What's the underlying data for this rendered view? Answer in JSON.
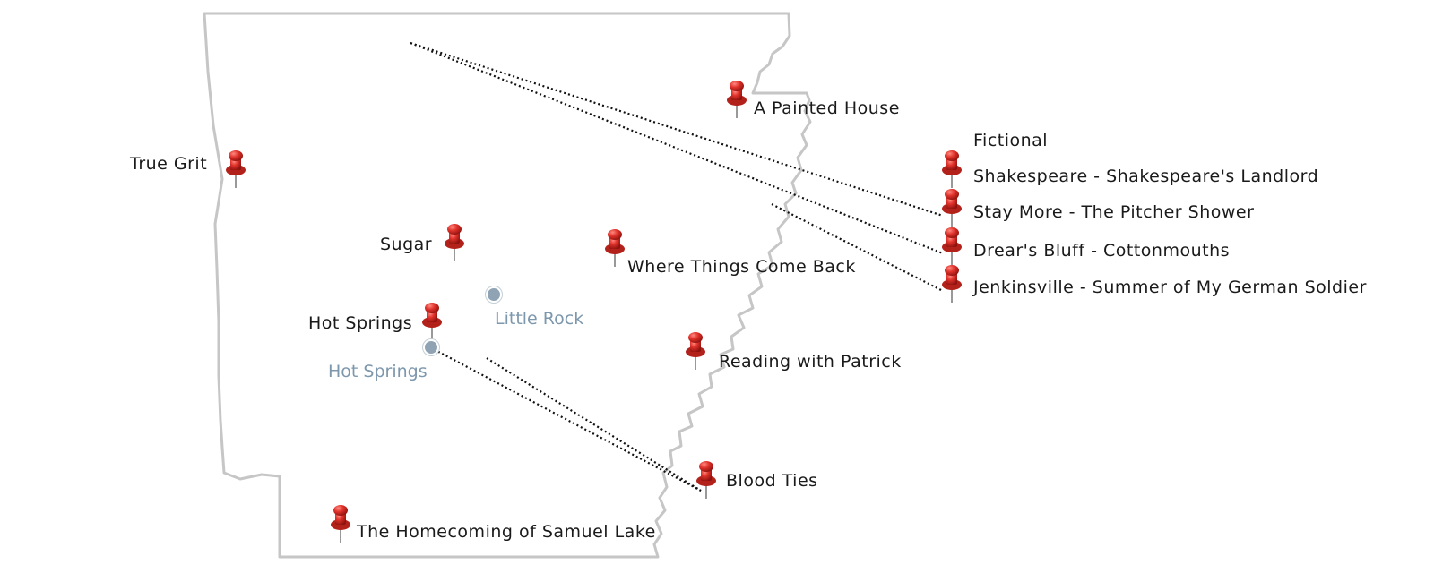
{
  "map": {
    "legend_heading": "Fictional",
    "pins": [
      {
        "id": "a-painted-house",
        "label": "A Painted House"
      },
      {
        "id": "true-grit",
        "label": "True Grit"
      },
      {
        "id": "sugar",
        "label": "Sugar"
      },
      {
        "id": "where-things-come-back",
        "label": "Where Things Come Back"
      },
      {
        "id": "hot-springs",
        "label": "Hot Springs"
      },
      {
        "id": "reading-with-patrick",
        "label": "Reading with Patrick"
      },
      {
        "id": "blood-ties",
        "label": "Blood Ties"
      },
      {
        "id": "homecoming-of-samuel-lake",
        "label": "The Homecoming of Samuel Lake"
      }
    ],
    "fictional_pins": [
      {
        "id": "shakespeare",
        "label": "Shakespeare - Shakespeare's Landlord"
      },
      {
        "id": "stay-more",
        "label": "Stay More - The Pitcher Shower"
      },
      {
        "id": "drears-bluff",
        "label": "Drear's Bluff - Cottonmouths"
      },
      {
        "id": "jenkinsville",
        "label": "Jenkinsville - Summer of My German Soldier"
      }
    ],
    "cities": [
      {
        "id": "little-rock",
        "label": "Little Rock"
      },
      {
        "id": "hot-springs-city",
        "label": "Hot Springs"
      }
    ],
    "colors": {
      "pin": "#e0322b",
      "city": "#8fa3b4",
      "city_label": "#7d97ad",
      "outline": "#c6c6c6",
      "connector": "#111111"
    }
  }
}
